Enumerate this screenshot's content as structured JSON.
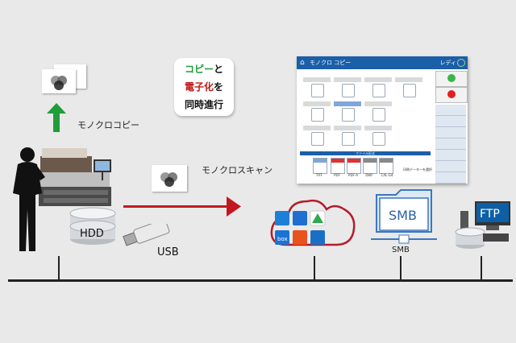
{
  "copy_label": "モノクロコピー",
  "scan_label": "モノクロスキャン",
  "callout": {
    "line1_a": "コピー",
    "line1_b": "と",
    "line2_a": "電子化",
    "line2_b": "を",
    "line3": "同時進行"
  },
  "storage": {
    "hdd_label": "HDD",
    "usb_label": "USB"
  },
  "destinations": {
    "smb_folder_label": "SMB",
    "smb_label": "SMB",
    "ftp_label": "FTP",
    "cloud_service_icons": [
      "dropbox-icon",
      "onedrive-icon",
      "google-drive-icon",
      "box-icon",
      "office-icon",
      "exchange-icon"
    ]
  },
  "panel": {
    "title": "モノクロ コピー",
    "status": "レディ",
    "grid_labels": [
      "",
      "",
      "",
      "",
      "",
      "",
      "",
      "",
      "",
      "",
      "",
      ""
    ],
    "scan_strip": "ファイル形式",
    "format_labels": [
      "TIFF",
      "PDF",
      "PDF-A",
      "DWF",
      "CAL-G4"
    ],
    "format_extra": "印刷データーを選択",
    "side_buttons": [
      "",
      "",
      "",
      "",
      "",
      "",
      ""
    ]
  },
  "colors": {
    "copy_arrow": "#1f9d3a",
    "scan_arrow": "#c0181e",
    "cloud_outline": "#b51b2a",
    "panel_header": "#1a5fa8",
    "ftp_screen": "#0d5fa8"
  }
}
